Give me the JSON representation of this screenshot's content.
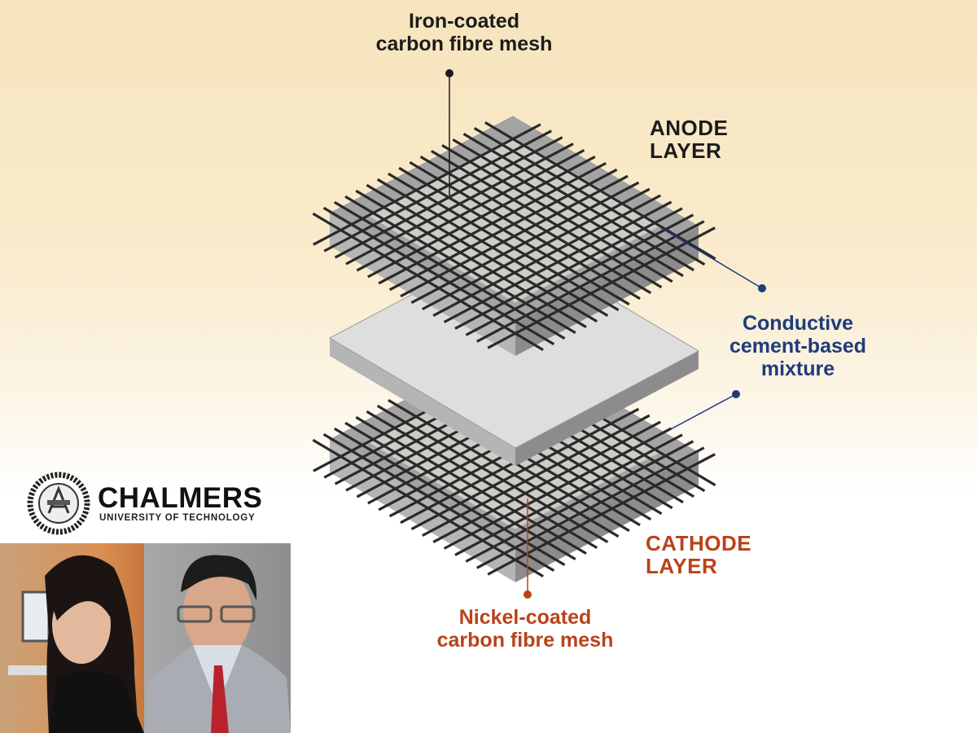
{
  "labels": {
    "iron_mesh": [
      "Iron-coated",
      "carbon fibre mesh"
    ],
    "anode_layer": [
      "ANODE",
      "LAYER"
    ],
    "conductive_mixture": [
      "Conductive",
      "cement-based",
      "mixture"
    ],
    "cathode_layer": [
      "CATHODE",
      "LAYER"
    ],
    "nickel_mesh": [
      "Nickel-coated",
      "carbon fibre mesh"
    ]
  },
  "logo": {
    "name": "CHALMERS",
    "subtitle": "UNIVERSITY OF TECHNOLOGY"
  },
  "colors": {
    "black_label": "#1b1b1b",
    "blue_label": "#1f3b7c",
    "orange_label": "#b9421b",
    "mesh": "#2a2a2a",
    "concrete": "#9a9a9a"
  }
}
